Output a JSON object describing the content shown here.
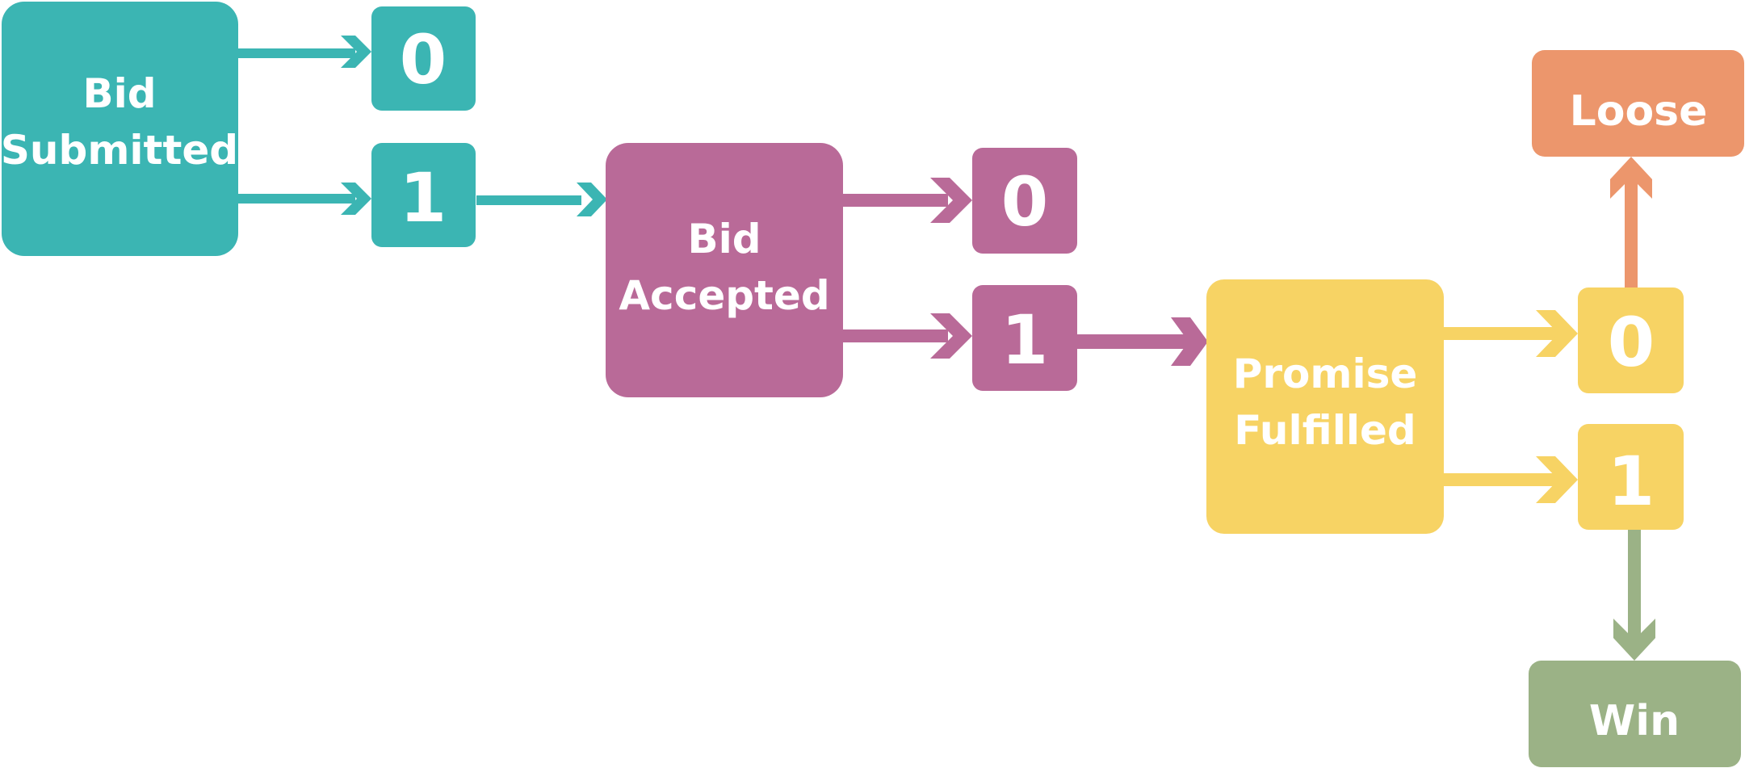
{
  "colors": {
    "teal": "#3bb5b3",
    "magenta": "#b96a98",
    "yellow": "#f7d364",
    "orange": "#ec966c",
    "green": "#9bb286",
    "text": "#ffffff"
  },
  "stages": [
    {
      "id": "bid-submitted",
      "lines": [
        "Bid",
        "Submitted"
      ],
      "color": "teal"
    },
    {
      "id": "bid-accepted",
      "lines": [
        "Bid",
        "Accepted"
      ],
      "color": "magenta"
    },
    {
      "id": "promise-fulfilled",
      "lines": [
        "Promise",
        "Fulfilled"
      ],
      "color": "yellow"
    }
  ],
  "values": {
    "zero": "0",
    "one": "1"
  },
  "outcomes": {
    "loose": "Loose",
    "win": "Win"
  }
}
